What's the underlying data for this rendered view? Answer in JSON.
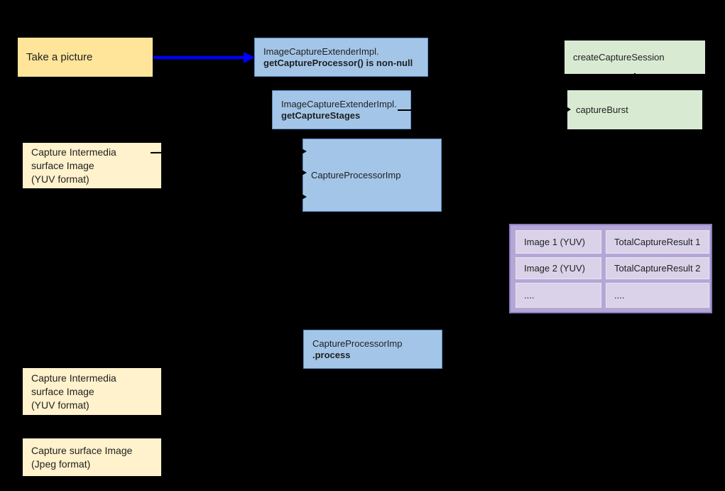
{
  "canvas": {
    "background_color": "#000000",
    "arrow_color": "#0000ff",
    "connector_color": "#000000",
    "node_colors": {
      "yellow": "#ffe599",
      "cream": "#fff2cc",
      "blue": "#a3c6e8",
      "green": "#d9ead3",
      "purple_outer": "#b4a7d6",
      "purple_cell": "#d9d2e9"
    }
  },
  "nodes": {
    "take_picture": {
      "label": "Take a picture"
    },
    "get_capture_processor": {
      "lines": [
        "ImageCaptureExtenderImpl.",
        "getCaptureProcessor() is non-null"
      ]
    },
    "get_capture_stages": {
      "lines": [
        "ImageCaptureExtenderImpl.",
        "getCaptureStages"
      ]
    },
    "capture_intermedia_1": {
      "lines": [
        "Capture Intermedia",
        "surface Image",
        "(YUV format)"
      ]
    },
    "capture_processor_imp": {
      "label": "CaptureProcessorImp"
    },
    "create_capture_session": {
      "label": "createCaptureSession"
    },
    "capture_burst": {
      "label": "captureBurst"
    },
    "results_table": {
      "cells": [
        [
          "Image 1 (YUV)",
          "TotalCaptureResult 1"
        ],
        [
          "Image 2 (YUV)",
          "TotalCaptureResult 2"
        ],
        [
          "....",
          "...."
        ]
      ]
    },
    "capture_processor_process": {
      "lines": [
        "CaptureProcessorImp",
        ".process"
      ]
    },
    "capture_intermedia_2": {
      "lines": [
        "Capture Intermedia",
        "surface Image",
        "(YUV format)"
      ]
    },
    "capture_surface_jpeg": {
      "lines": [
        "Capture surface Image",
        "(Jpeg format)"
      ]
    }
  }
}
